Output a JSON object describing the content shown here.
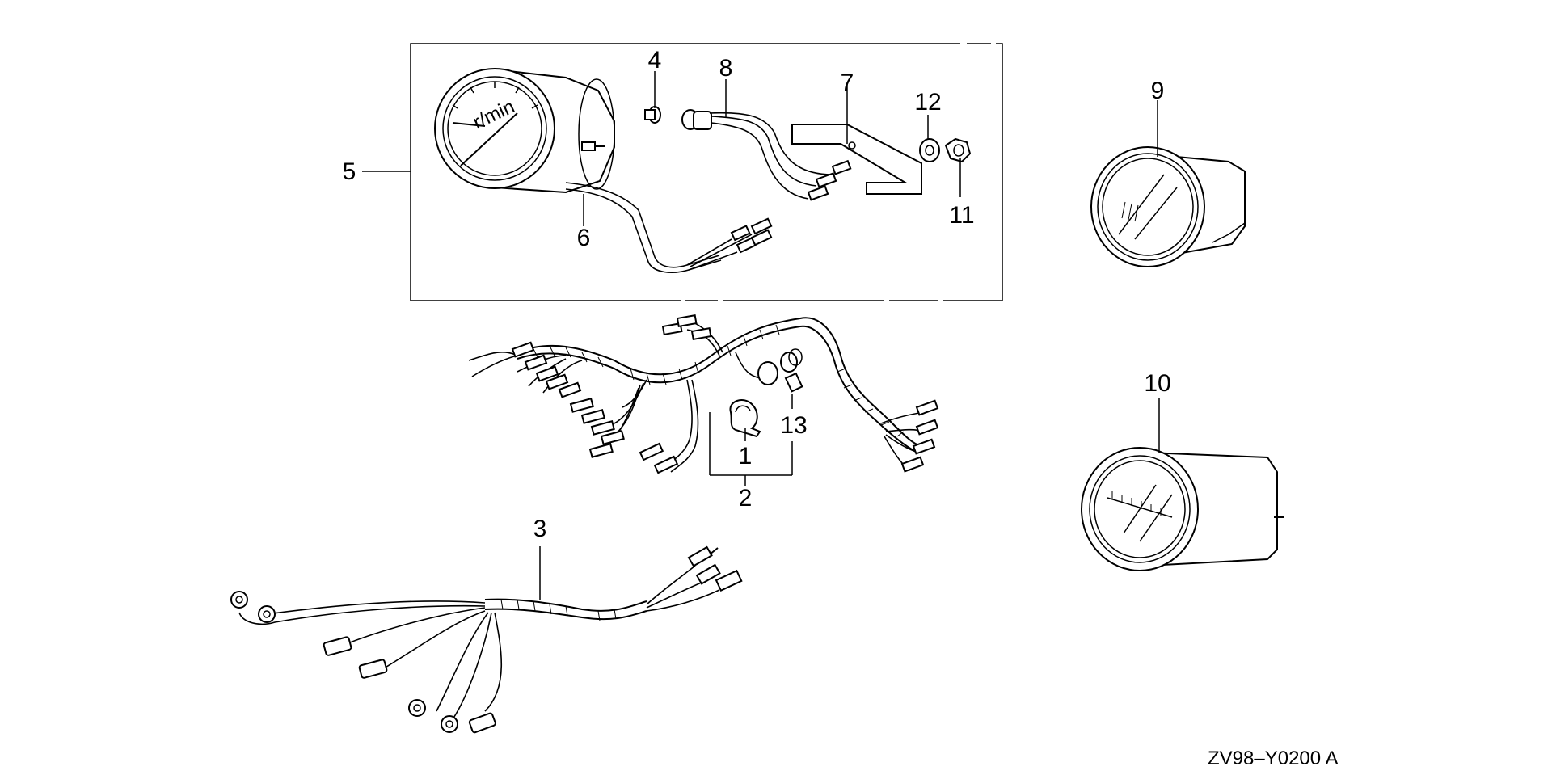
{
  "callouts": {
    "c1": "1",
    "c2": "2",
    "c3": "3",
    "c4": "4",
    "c5": "5",
    "c6": "6",
    "c7": "7",
    "c8": "8",
    "c9": "9",
    "c10": "10",
    "c11": "11",
    "c12": "12",
    "c13": "13"
  },
  "diagram_code": "ZV98–Y0200 A"
}
